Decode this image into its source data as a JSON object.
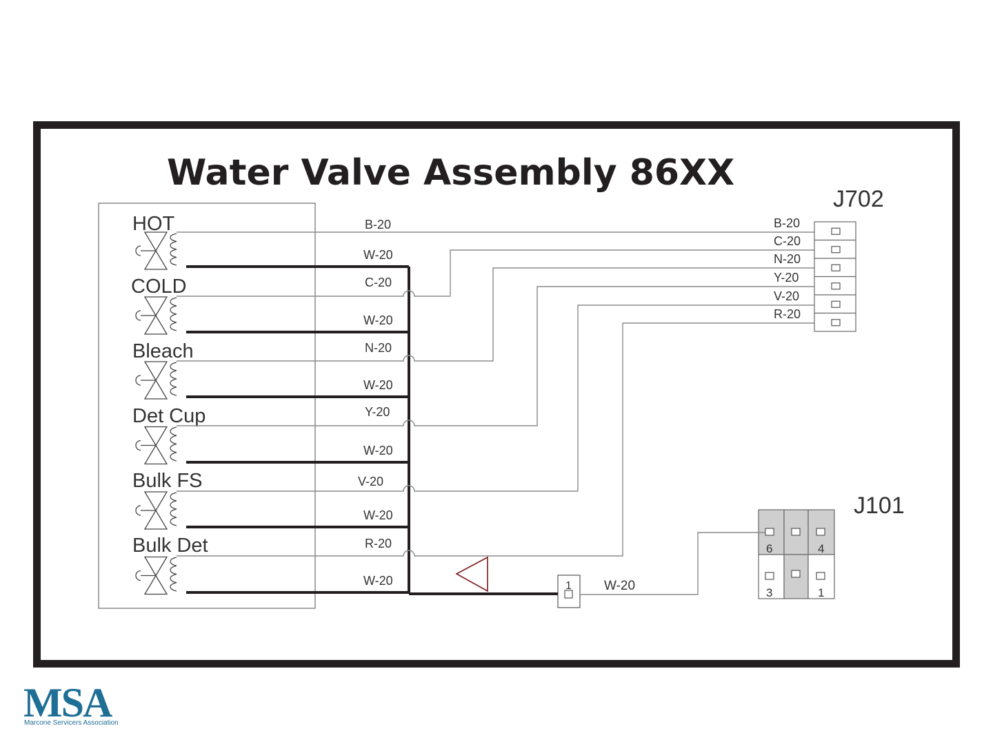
{
  "diagram": {
    "title": "Water Valve Assembly 86XX",
    "valves": [
      {
        "name": "HOT",
        "signal_wire": "B-20",
        "return_wire": "W-20"
      },
      {
        "name": "COLD",
        "signal_wire": "C-20",
        "return_wire": "W-20"
      },
      {
        "name": "Bleach",
        "signal_wire": "N-20",
        "return_wire": "W-20"
      },
      {
        "name": "Det Cup",
        "signal_wire": "Y-20",
        "return_wire": "W-20"
      },
      {
        "name": "Bulk FS",
        "signal_wire": "V-20",
        "return_wire": "W-20"
      },
      {
        "name": "Bulk Det",
        "signal_wire": "R-20",
        "return_wire": "W-20"
      }
    ],
    "j702": {
      "label": "J702",
      "pins": [
        "B-20",
        "C-20",
        "N-20",
        "Y-20",
        "V-20",
        "R-20"
      ]
    },
    "splice": {
      "pin": "1",
      "wire": "W-20"
    },
    "j101": {
      "label": "J101",
      "pin_labels": [
        "6",
        "4",
        "3",
        "1"
      ]
    }
  },
  "logo": {
    "mark": "MSA",
    "tagline": "Marcone Servicers Association"
  },
  "colors": {
    "frame": "#231f20",
    "wire_thin": "#8a8a8a",
    "wire_thick": "#231f20",
    "shade": "#cfcfcf",
    "triangle": "#7a1c1c",
    "logo": "#1f6e96"
  }
}
